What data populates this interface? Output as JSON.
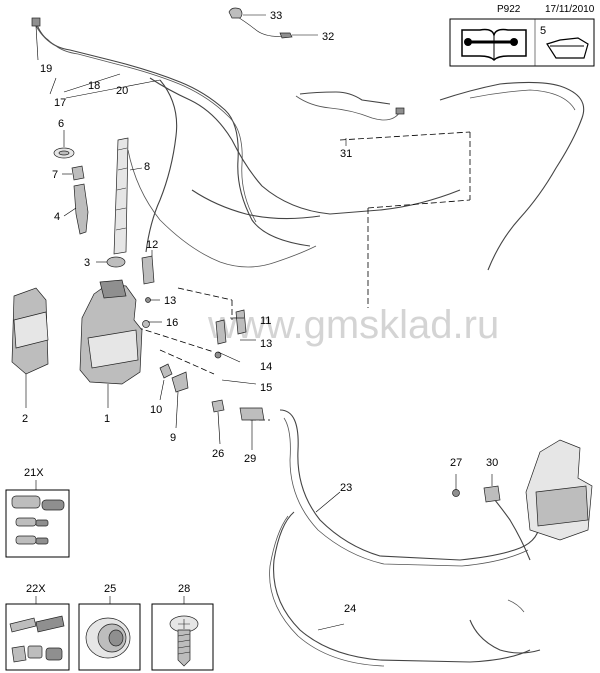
{
  "header": {
    "page_code": "P922",
    "date": "17/11/2010"
  },
  "watermark": "www.gmsklad.ru",
  "legend_box": {
    "label": "5"
  },
  "callouts": [
    "33",
    "32",
    "19",
    "18",
    "17",
    "20",
    "6",
    "7",
    "4",
    "8",
    "12",
    "3",
    "13",
    "16",
    "11",
    "13",
    "2",
    "1",
    "14",
    "15",
    "10",
    "9",
    "31",
    "26",
    "29",
    "23",
    "27",
    "30",
    "24"
  ],
  "inset_boxes": [
    {
      "label": "21X"
    },
    {
      "label": "22X"
    },
    {
      "label": "25"
    },
    {
      "label": "28"
    }
  ]
}
